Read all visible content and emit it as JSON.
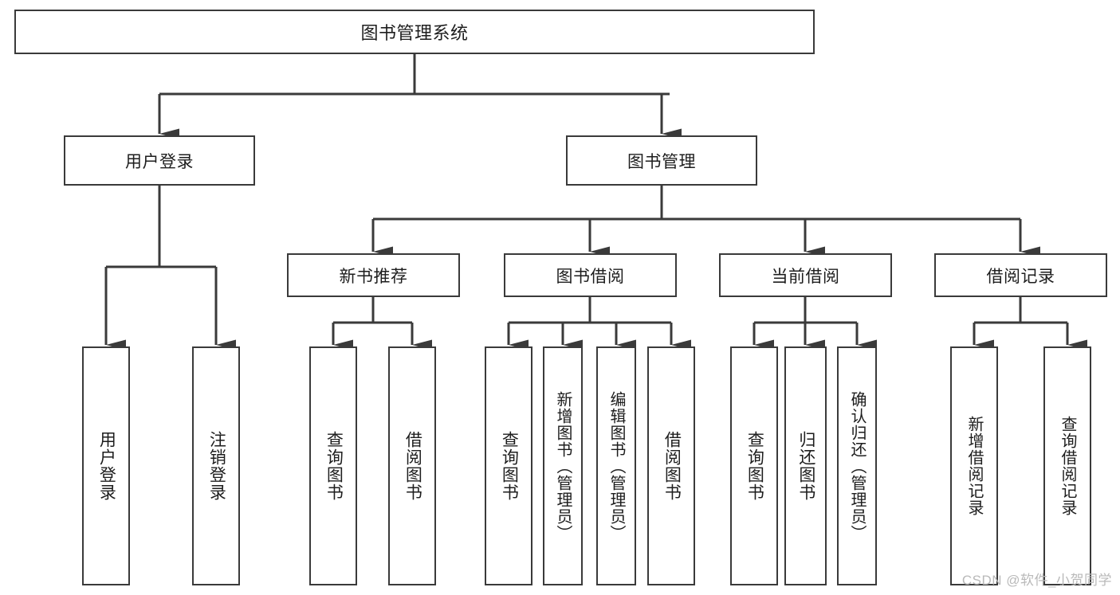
{
  "diagram": {
    "type": "tree-hierarchy-flowchart",
    "title": "图书管理系统",
    "watermark": "CSDN @软件_小贺同学",
    "style": {
      "border_color": "#3a3a3a",
      "box_fill": "#ffffff",
      "line_color": "#3a3a3a",
      "text_color": "#1d1d1d",
      "background": "#ffffff",
      "watermark_color": "#b9b9b9"
    },
    "levels": [
      {
        "level": 0,
        "nodes": [
          {
            "id": "root",
            "label": "图书管理系统",
            "orientation": "horizontal"
          }
        ]
      },
      {
        "level": 1,
        "nodes": [
          {
            "id": "login",
            "label": "用户登录",
            "orientation": "horizontal",
            "parent": "root"
          },
          {
            "id": "bookmgmt",
            "label": "图书管理",
            "orientation": "horizontal",
            "parent": "root"
          }
        ]
      },
      {
        "level": 2,
        "nodes": [
          {
            "id": "newbook",
            "label": "新书推荐",
            "orientation": "horizontal",
            "parent": "bookmgmt"
          },
          {
            "id": "borrow",
            "label": "图书借阅",
            "orientation": "horizontal",
            "parent": "bookmgmt"
          },
          {
            "id": "current",
            "label": "当前借阅",
            "orientation": "horizontal",
            "parent": "bookmgmt"
          },
          {
            "id": "records",
            "label": "借阅记录",
            "orientation": "horizontal",
            "parent": "bookmgmt"
          }
        ]
      },
      {
        "level": 3,
        "nodes": [
          {
            "id": "leaf-user-login",
            "label": "用户登录",
            "orientation": "vertical",
            "parent": "login"
          },
          {
            "id": "leaf-user-logout",
            "label": "注销登录",
            "orientation": "vertical",
            "parent": "login"
          },
          {
            "id": "leaf-query-book-1",
            "label": "查询图书",
            "orientation": "vertical",
            "parent": "newbook"
          },
          {
            "id": "leaf-borrow-book-1",
            "label": "借阅图书",
            "orientation": "vertical",
            "parent": "newbook"
          },
          {
            "id": "leaf-query-book-2",
            "label": "查询图书",
            "orientation": "vertical",
            "parent": "borrow"
          },
          {
            "id": "leaf-add-book",
            "label": "新增图书（管理员）",
            "orientation": "vertical",
            "parent": "borrow"
          },
          {
            "id": "leaf-edit-book",
            "label": "编辑图书（管理员）",
            "orientation": "vertical",
            "parent": "borrow"
          },
          {
            "id": "leaf-borrow-book-2",
            "label": "借阅图书",
            "orientation": "vertical",
            "parent": "borrow"
          },
          {
            "id": "leaf-query-book-3",
            "label": "查询图书",
            "orientation": "vertical",
            "parent": "current"
          },
          {
            "id": "leaf-return-book",
            "label": "归还图书",
            "orientation": "vertical",
            "parent": "current"
          },
          {
            "id": "leaf-confirm-return",
            "label": "确认归还（管理员）",
            "orientation": "vertical",
            "parent": "current"
          },
          {
            "id": "leaf-add-record",
            "label": "新增借阅记录",
            "orientation": "vertical",
            "parent": "records"
          },
          {
            "id": "leaf-query-record",
            "label": "查询借阅记录",
            "orientation": "vertical",
            "parent": "records"
          }
        ]
      }
    ]
  }
}
